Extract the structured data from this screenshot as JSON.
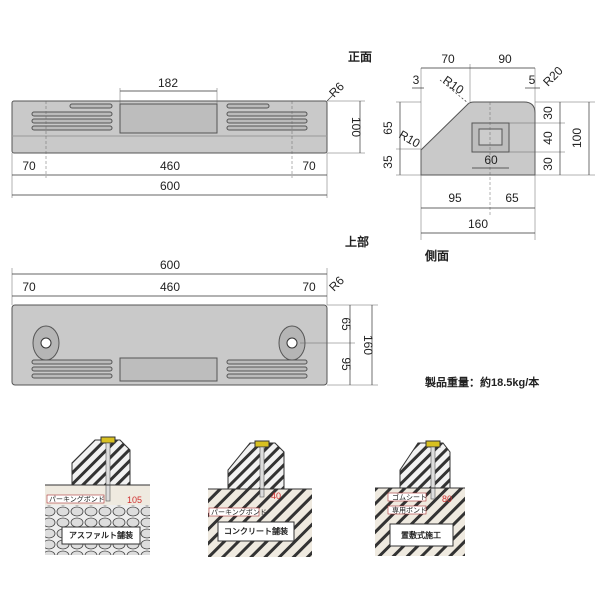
{
  "front_view": {
    "title": "正面",
    "dims": {
      "center": "182",
      "radius": "R6",
      "height": "100",
      "left": "70",
      "middle": "460",
      "right": "70",
      "total": "600"
    }
  },
  "top_view": {
    "title": "上部",
    "dims": {
      "total": "600",
      "left": "70",
      "middle": "460",
      "right": "70",
      "radius": "R6",
      "hole_offset": "65",
      "rest": "95",
      "depth": "160"
    }
  },
  "side_view": {
    "title": "側面",
    "dims": {
      "top_left": "70",
      "top_right": "90",
      "offset_left": "3",
      "r_top": "R10",
      "offset_right": "5",
      "r_corner": "R20",
      "r_bottom": "R10",
      "h_upper": "65",
      "h_lower": "35",
      "seg1": "30",
      "seg2": "40",
      "seg3": "30",
      "height": "100",
      "window": "60",
      "base_left": "95",
      "base_right": "65",
      "width": "160"
    }
  },
  "weight": "製品重量：約18.5kg/本",
  "installations": [
    {
      "bond_label": "パーキングボンド",
      "depth": "105",
      "surface": "アスファルト舗装"
    },
    {
      "bond_label": "パーキングボンド",
      "depth": "40",
      "surface": "コンクリート舗装"
    },
    {
      "sheet_label": "ゴムシート",
      "bond_label": "専用ボンド",
      "depth": "80",
      "surface": "置敷式施工"
    }
  ],
  "colors": {
    "body": "#c9c9c9",
    "outline": "#555555",
    "accent": "#d03030",
    "bolt": "#d8c020"
  }
}
